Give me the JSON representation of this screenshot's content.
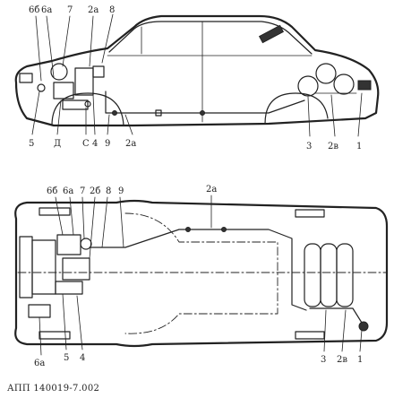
{
  "side_view": {
    "top_labels": [
      "6б",
      "6а",
      "7",
      "2а",
      "8"
    ],
    "bottom_labels": [
      "5",
      "Д",
      "С",
      "4",
      "9",
      "2а",
      "3",
      "2в",
      "1"
    ]
  },
  "top_view": {
    "top_labels": [
      "6б",
      "6а",
      "7",
      "2б",
      "8",
      "9",
      "2а"
    ],
    "bottom_labels": [
      "6а",
      "5",
      "4",
      "3",
      "2в",
      "1"
    ]
  },
  "caption": "АПП 140019-7.002"
}
